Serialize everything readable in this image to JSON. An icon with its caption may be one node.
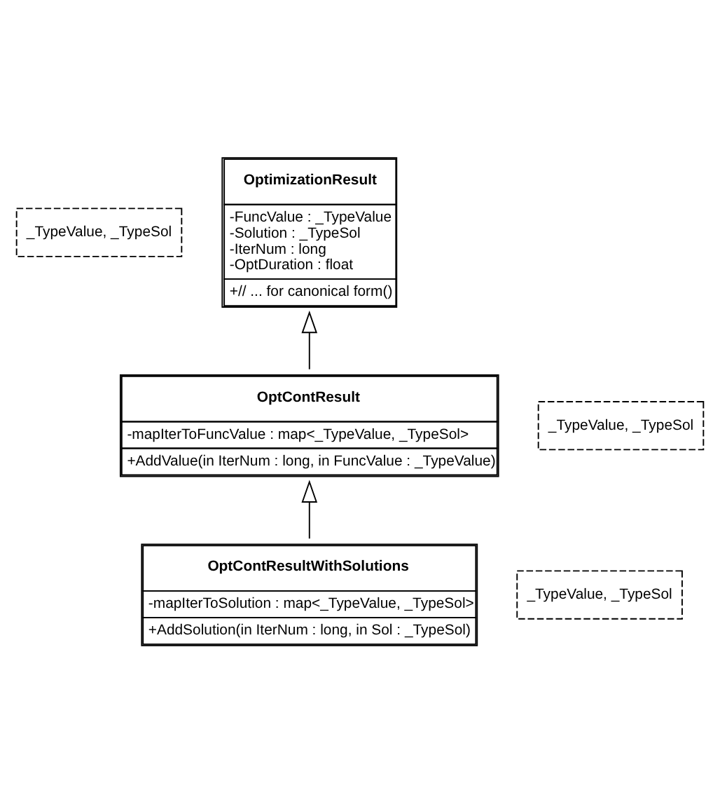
{
  "diagram": {
    "nodes": [
      {
        "text": [
          "_TypeValue, _TypeSol"
        ]
      },
      {
        "text": [
          "OptimizationResult",
          "-FuncValue : _TypeValue",
          "-Solution : _TypeSol",
          "-IterNum : long",
          "-OptDuration : float",
          "+// ... for canonical form()"
        ]
      },
      {
        "text": [
          "_TypeValue, _TypeSol"
        ]
      },
      {
        "text": [
          "OptContResult",
          "-mapIterToFuncValue : map<_TypeValue, _TypeSol>",
          "+AddValue(in IterNum : long, in FuncValue : _TypeValue)"
        ]
      },
      {
        "text": [
          "_TypeValue, _TypeSol"
        ]
      },
      {
        "text": [
          "OptContResultWithSolutions",
          "-mapIterToSolution : map<_TypeValue, _TypeSol>",
          "+AddSolution(in IterNum : long, in Sol : _TypeSol)"
        ]
      }
    ],
    "edges": [
      {
        "from": 3,
        "to": 1,
        "arrow": "to"
      },
      {
        "from": 5,
        "to": 3,
        "arrow": "to"
      }
    ]
  }
}
